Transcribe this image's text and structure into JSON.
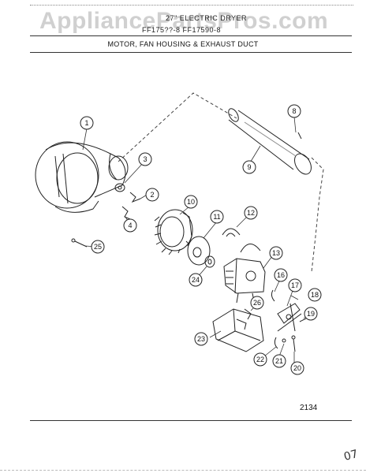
{
  "watermark": "AppliancePartsPros.com",
  "header": {
    "line1": "27\" ELECTRIC DRYER",
    "line2": "FF175??-8       FF17590-8"
  },
  "section_title": "MOTOR, FAN HOUSING & EXHAUST DUCT",
  "page_number": "2134",
  "corner_mark": "07",
  "callouts": [
    "1",
    "2",
    "3",
    "4",
    "8",
    "9",
    "10",
    "11",
    "12",
    "13",
    "16",
    "17",
    "18",
    "19",
    "20",
    "21",
    "22",
    "23",
    "24",
    "25",
    "26"
  ]
}
